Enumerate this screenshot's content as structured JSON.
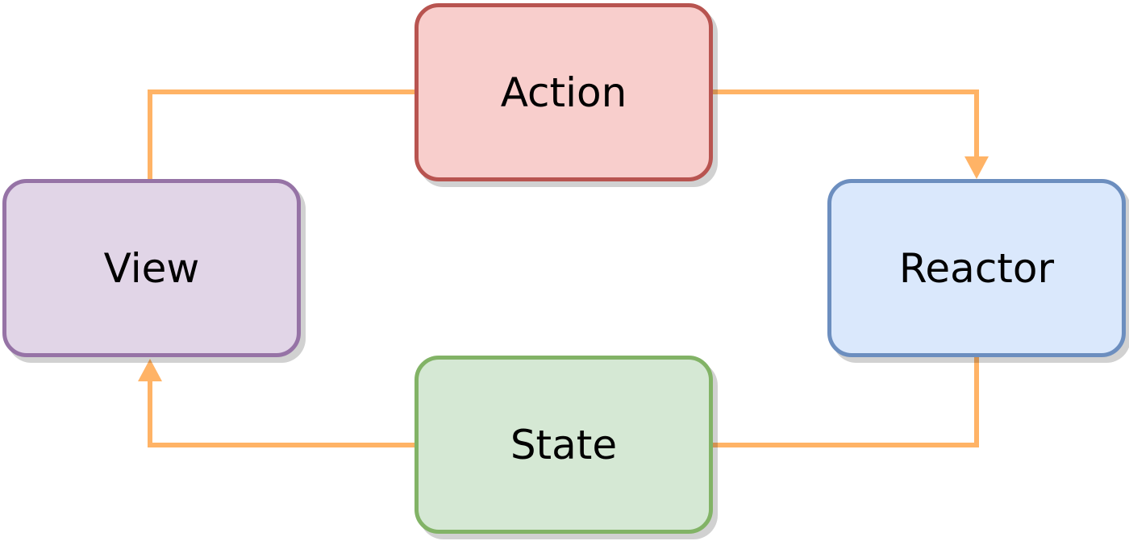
{
  "diagram": {
    "connector_color": "#ffb366",
    "nodes": {
      "action": {
        "label": "Action",
        "fill": "#f8cecc",
        "stroke": "#b85450"
      },
      "view": {
        "label": "View",
        "fill": "#e1d5e7",
        "stroke": "#9673a6"
      },
      "reactor": {
        "label": "Reactor",
        "fill": "#dae8fc",
        "stroke": "#6c8ebf"
      },
      "state": {
        "label": "State",
        "fill": "#d5e8d4",
        "stroke": "#82b366"
      }
    },
    "edges": [
      {
        "from": "view",
        "to": "action",
        "arrow": false
      },
      {
        "from": "action",
        "to": "reactor",
        "arrow": true
      },
      {
        "from": "reactor",
        "to": "state",
        "arrow": false
      },
      {
        "from": "state",
        "to": "view",
        "arrow": true
      }
    ]
  }
}
